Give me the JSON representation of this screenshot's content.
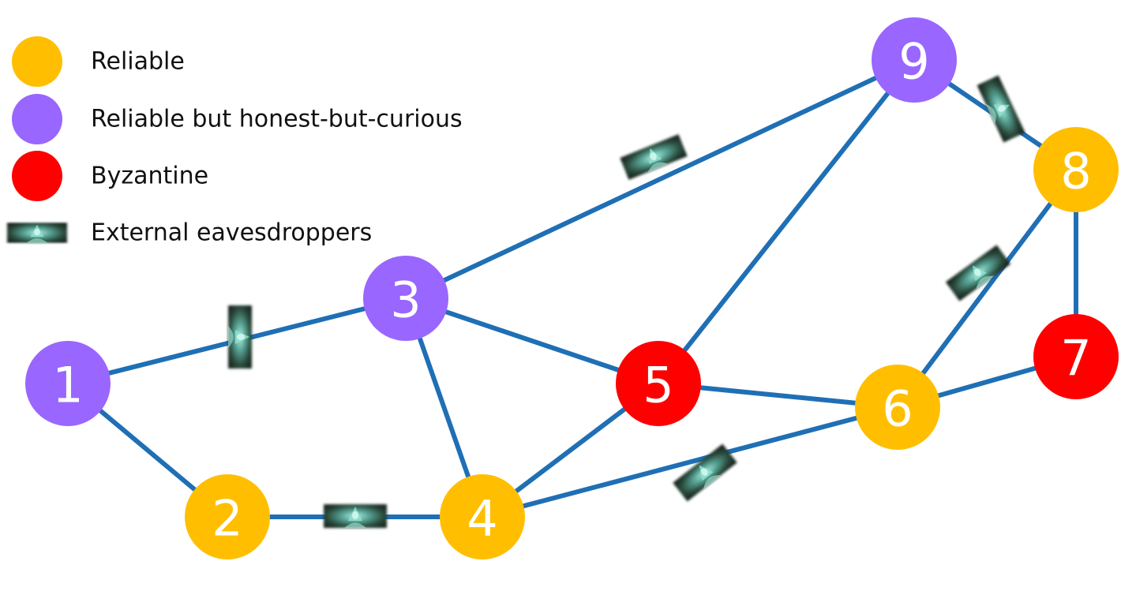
{
  "legend": {
    "items": [
      {
        "key": "reliable",
        "label": "Reliable",
        "color": "#ffbf00",
        "icon": "circle"
      },
      {
        "key": "curious",
        "label": "Reliable but honest-but-curious",
        "color": "#9966ff",
        "icon": "circle"
      },
      {
        "key": "byzantine",
        "label": "Byzantine",
        "color": "#ff0000",
        "icon": "circle"
      },
      {
        "key": "eavesdropper",
        "label": "External eavesdroppers",
        "icon": "hooded-eavesdropper-icon"
      }
    ]
  },
  "colors": {
    "edge": "#1f6fb5",
    "reliable": "#ffbf00",
    "curious": "#9966ff",
    "byzantine": "#ff0000",
    "node_text": "#ffffff"
  },
  "nodes": [
    {
      "id": "1",
      "type": "curious"
    },
    {
      "id": "2",
      "type": "reliable"
    },
    {
      "id": "3",
      "type": "curious"
    },
    {
      "id": "4",
      "type": "reliable"
    },
    {
      "id": "5",
      "type": "byzantine"
    },
    {
      "id": "6",
      "type": "reliable"
    },
    {
      "id": "7",
      "type": "byzantine"
    },
    {
      "id": "8",
      "type": "reliable"
    },
    {
      "id": "9",
      "type": "curious"
    }
  ],
  "edges": [
    {
      "from": "1",
      "to": "3",
      "eavesdropped": true
    },
    {
      "from": "1",
      "to": "2",
      "eavesdropped": false
    },
    {
      "from": "2",
      "to": "4",
      "eavesdropped": true
    },
    {
      "from": "3",
      "to": "9",
      "eavesdropped": true
    },
    {
      "from": "3",
      "to": "5",
      "eavesdropped": false
    },
    {
      "from": "3",
      "to": "4",
      "eavesdropped": false
    },
    {
      "from": "4",
      "to": "5",
      "eavesdropped": false
    },
    {
      "from": "4",
      "to": "6",
      "eavesdropped": true
    },
    {
      "from": "5",
      "to": "9",
      "eavesdropped": false
    },
    {
      "from": "5",
      "to": "6",
      "eavesdropped": false
    },
    {
      "from": "6",
      "to": "7",
      "eavesdropped": false
    },
    {
      "from": "6",
      "to": "8",
      "eavesdropped": true
    },
    {
      "from": "7",
      "to": "8",
      "eavesdropped": false
    },
    {
      "from": "9",
      "to": "8",
      "eavesdropped": true
    }
  ]
}
